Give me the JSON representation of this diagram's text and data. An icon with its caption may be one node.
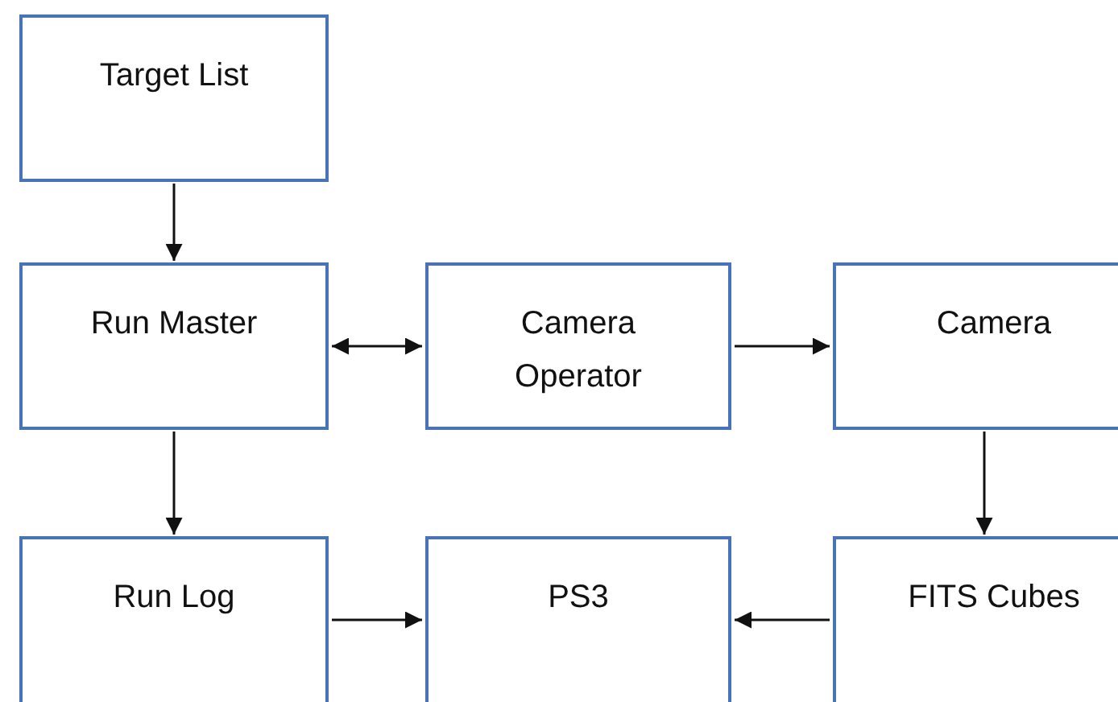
{
  "diagram": {
    "nodes": [
      {
        "text": [
          "Target List"
        ]
      },
      {
        "text": [
          "Run Master"
        ]
      },
      {
        "text": [
          "Camera Operator"
        ]
      },
      {
        "text": [
          "Camera"
        ]
      },
      {
        "text": [
          "Run Log"
        ]
      },
      {
        "text": [
          "PS3"
        ]
      },
      {
        "text": [
          "FITS Cubes"
        ]
      }
    ],
    "edges": [
      {
        "from": 0,
        "to": 1,
        "arrow": "to"
      },
      {
        "from": 1,
        "to": 2,
        "arrow": "both"
      },
      {
        "from": 2,
        "to": 3,
        "arrow": "to"
      },
      {
        "from": 3,
        "to": 6,
        "arrow": "to"
      },
      {
        "from": 1,
        "to": 4,
        "arrow": "to"
      },
      {
        "from": 4,
        "to": 5,
        "arrow": "to"
      },
      {
        "from": 6,
        "to": 5,
        "arrow": "to"
      }
    ]
  }
}
